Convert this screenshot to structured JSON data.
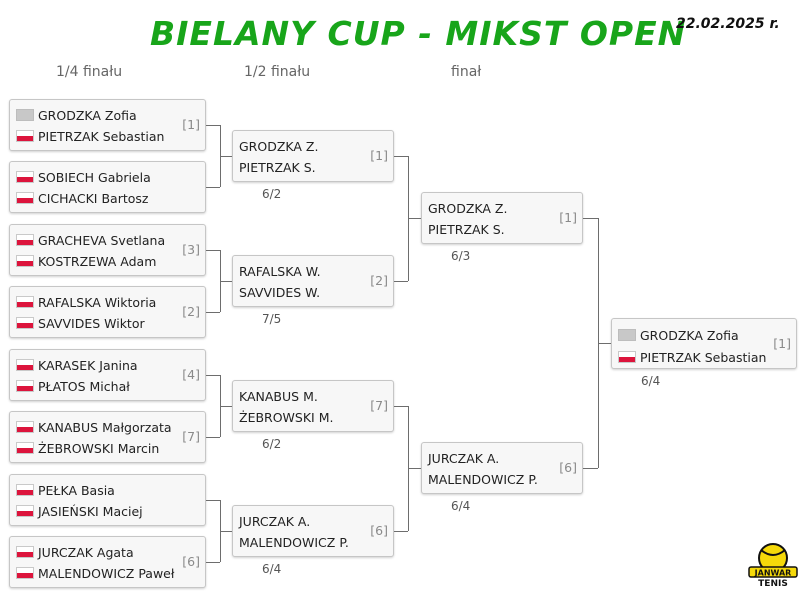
{
  "header": {
    "title": "BIELANY CUP - MIKST OPEN",
    "date": "22.02.2025 r."
  },
  "rounds": [
    "1/4 finału",
    "1/2 finału",
    "finał"
  ],
  "colors": {
    "title": "#18a51a",
    "flag_red": "#dc143c",
    "line": "#6d6d6d"
  },
  "quarterfinals": [
    {
      "p1": "GRODZKA Zofia",
      "f1": "none",
      "p2": "PIETRZAK Sebastian",
      "f2": "pl",
      "seed": "[1]"
    },
    {
      "p1": "SOBIECH Gabriela",
      "f1": "pl",
      "p2": "CICHACKI Bartosz",
      "f2": "pl",
      "seed": ""
    },
    {
      "p1": "GRACHEVA Svetlana",
      "f1": "pl",
      "p2": "KOSTRZEWA Adam",
      "f2": "pl",
      "seed": "[3]"
    },
    {
      "p1": "RAFALSKA Wiktoria",
      "f1": "pl",
      "p2": "SAVVIDES Wiktor",
      "f2": "pl",
      "seed": "[2]"
    },
    {
      "p1": "KARASEK Janina",
      "f1": "pl",
      "p2": "PŁATOS Michał",
      "f2": "pl",
      "seed": "[4]"
    },
    {
      "p1": "KANABUS Małgorzata",
      "f1": "pl",
      "p2": "ŻEBROWSKI Marcin",
      "f2": "pl",
      "seed": "[7]"
    },
    {
      "p1": "PEŁKA Basia",
      "f1": "pl",
      "p2": "JASIEŃSKI Maciej",
      "f2": "pl",
      "seed": ""
    },
    {
      "p1": "JURCZAK Agata",
      "f1": "pl",
      "p2": "MALENDOWICZ Paweł",
      "f2": "pl",
      "seed": "[6]"
    }
  ],
  "semifinals": [
    {
      "p1": "GRODZKA Z.",
      "p2": "PIETRZAK S.",
      "seed": "[1]",
      "score": "6/2"
    },
    {
      "p1": "RAFALSKA W.",
      "p2": "SAVVIDES W.",
      "seed": "[2]",
      "score": "7/5"
    },
    {
      "p1": "KANABUS M.",
      "p2": "ŻEBROWSKI M.",
      "seed": "[7]",
      "score": "6/2"
    },
    {
      "p1": "JURCZAK A.",
      "p2": "MALENDOWICZ P.",
      "seed": "[6]",
      "score": "6/4"
    }
  ],
  "finalists": [
    {
      "p1": "GRODZKA Z.",
      "p2": "PIETRZAK S.",
      "seed": "[1]",
      "score": "6/3"
    },
    {
      "p1": "JURCZAK A.",
      "p2": "MALENDOWICZ P.",
      "seed": "[6]",
      "score": "6/4"
    }
  ],
  "champion": {
    "p1": "GRODZKA Zofia",
    "f1": "none",
    "p2": "PIETRZAK Sebastian",
    "f2": "pl",
    "seed": "[1]",
    "score": "6/4"
  },
  "logo": {
    "line1": "JANWAR",
    "line2": "TENIS",
    "icon": "tennis-ball-icon"
  }
}
